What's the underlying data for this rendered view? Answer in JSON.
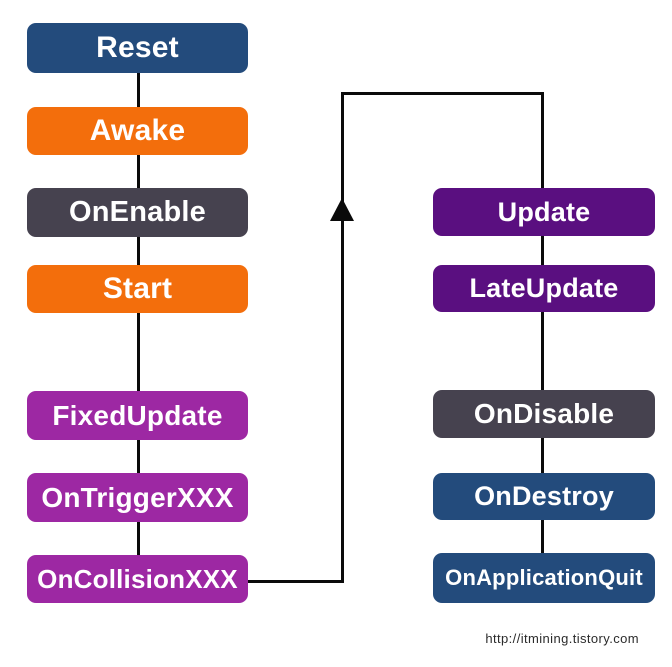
{
  "diagram": {
    "palette": {
      "navy": "#234B7C",
      "orange": "#F36E0C",
      "slate": "#46424F",
      "magenta": "#9D28A3",
      "purple": "#5A0F80",
      "line": "#0A0A0A",
      "text": "#FFFFFF",
      "background": "#FFFFFF"
    },
    "left_column": {
      "items": [
        {
          "label": "Reset",
          "color": "navy"
        },
        {
          "label": "Awake",
          "color": "orange"
        },
        {
          "label": "OnEnable",
          "color": "slate"
        },
        {
          "label": "Start",
          "color": "orange"
        },
        {
          "label": "FixedUpdate",
          "color": "magenta"
        },
        {
          "label": "OnTriggerXXX",
          "color": "magenta"
        },
        {
          "label": "OnCollisionXXX",
          "color": "magenta"
        }
      ]
    },
    "right_column": {
      "items": [
        {
          "label": "Update",
          "color": "purple"
        },
        {
          "label": "LateUpdate",
          "color": "purple"
        },
        {
          "label": "OnDisable",
          "color": "slate"
        },
        {
          "label": "OnDestroy",
          "color": "navy"
        },
        {
          "label": "OnApplicationQuit",
          "color": "navy"
        }
      ]
    },
    "loop": {
      "arrow_direction": "up"
    }
  },
  "footer": {
    "watermark": "http://itmining.tistory.com"
  }
}
